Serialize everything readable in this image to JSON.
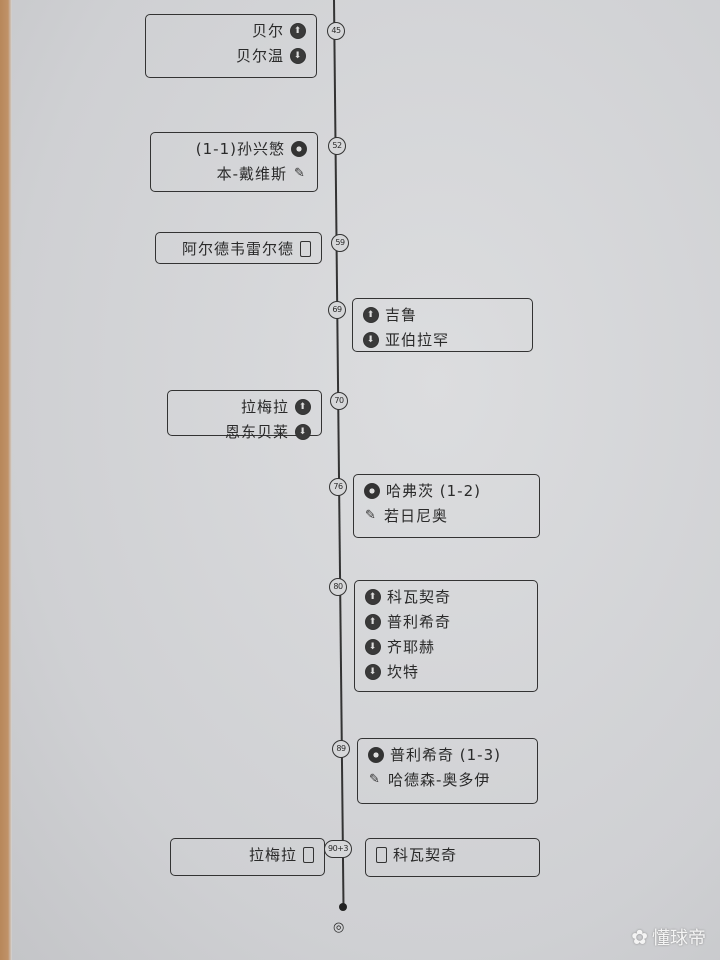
{
  "events": [
    {
      "minute": "45",
      "side": "left",
      "rows": [
        {
          "text": "贝尔",
          "icon": "sub-in-icon"
        },
        {
          "text": "贝尔温",
          "icon": "sub-out-icon"
        }
      ]
    },
    {
      "minute": "52",
      "side": "left",
      "rows": [
        {
          "text": "(1-1)孙兴慜",
          "icon": "goal-ball-icon"
        },
        {
          "text": "本-戴维斯",
          "icon": "assist-boot-icon"
        }
      ]
    },
    {
      "minute": "59",
      "side": "left",
      "rows": [
        {
          "text": "阿尔德韦雷尔德",
          "icon": "yellow-card-icon"
        }
      ]
    },
    {
      "minute": "69",
      "side": "right",
      "rows": [
        {
          "text": "吉鲁",
          "icon": "sub-in-icon"
        },
        {
          "text": "亚伯拉罕",
          "icon": "sub-out-icon"
        }
      ]
    },
    {
      "minute": "70",
      "side": "left",
      "rows": [
        {
          "text": "拉梅拉",
          "icon": "sub-in-icon"
        },
        {
          "text": "恩东贝莱",
          "icon": "sub-out-icon"
        }
      ]
    },
    {
      "minute": "76",
      "side": "right",
      "rows": [
        {
          "text": "哈弗茨 (1-2)",
          "icon": "goal-ball-icon"
        },
        {
          "text": "若日尼奥",
          "icon": "assist-boot-icon"
        }
      ]
    },
    {
      "minute": "80",
      "side": "right",
      "rows": [
        {
          "text": "科瓦契奇",
          "icon": "sub-in-icon"
        },
        {
          "text": "普利希奇",
          "icon": "sub-in-icon"
        },
        {
          "text": "齐耶赫",
          "icon": "sub-out-icon"
        },
        {
          "text": "坎特",
          "icon": "sub-out-icon"
        }
      ]
    },
    {
      "minute": "89",
      "side": "right",
      "rows": [
        {
          "text": "普利希奇 (1-3)",
          "icon": "goal-ball-icon"
        },
        {
          "text": "哈德森-奥多伊",
          "icon": "assist-boot-icon"
        }
      ]
    },
    {
      "minute": "90+3",
      "side": "both",
      "left_rows": [
        {
          "text": "拉梅拉",
          "icon": "yellow-card-icon"
        }
      ],
      "rows": [
        {
          "text": "科瓦契奇",
          "icon": "yellow-card-icon"
        }
      ]
    }
  ],
  "end_icon": "whistle-icon",
  "watermark": "懂球帝"
}
